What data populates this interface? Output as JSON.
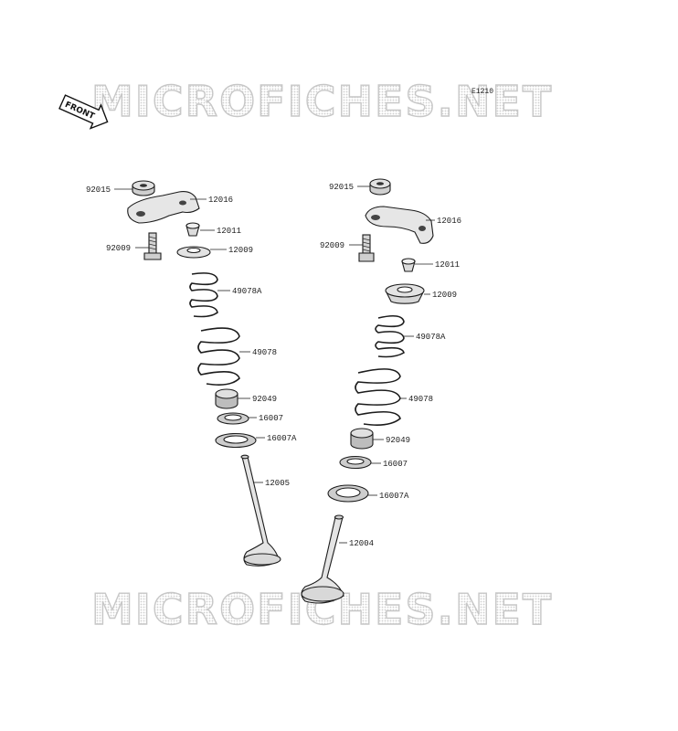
{
  "diagram_code": "E1210",
  "front_label": "FRONT",
  "watermark": "MICROFICHES.NET",
  "labels": {
    "l_92015": "92015",
    "l_12016": "12016",
    "l_12011": "12011",
    "l_92009": "92009",
    "l_12009": "12009",
    "l_49078A": "49078A",
    "l_49078": "49078",
    "l_92049": "92049",
    "l_16007": "16007",
    "l_16007A": "16007A",
    "l_12005": "12005",
    "r_92015": "92015",
    "r_12016": "12016",
    "r_92009": "92009",
    "r_12011": "12011",
    "r_12009": "12009",
    "r_49078A": "49078A",
    "r_49078": "49078",
    "r_92049": "92049",
    "r_16007": "16007",
    "r_16007A": "16007A",
    "r_12004": "12004"
  }
}
